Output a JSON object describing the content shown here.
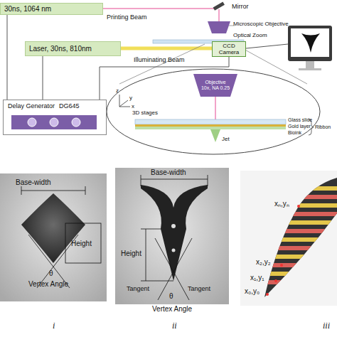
{
  "diagram": {
    "nodes": [
      {
        "text": [
          "30ns, 1064 nm"
        ]
      },
      {
        "text": [
          "Laser, 30ns, 810nm"
        ]
      },
      {
        "text": [
          "CCD Camera"
        ]
      },
      {
        "text": [
          "Objective 10x, NA 0.25"
        ]
      },
      {
        "text": [
          "Delay Generator",
          "DG645"
        ]
      }
    ],
    "edges": [
      {
        "from": 4,
        "to": 0,
        "arrow": "none"
      },
      {
        "from": 4,
        "to": 1,
        "arrow": "none"
      },
      {
        "from": 4,
        "to": 2,
        "arrow": "none"
      }
    ],
    "labels": [
      "Printing Beam",
      "Mirror",
      "Microscopic Objective",
      "Optical Zoom",
      "Illuminating Beam",
      "z",
      "y",
      "x",
      "3D stages",
      "Glass slide",
      "Gold layer",
      "Bioink",
      "Ribbon",
      "Jet",
      "Base-width",
      "Height",
      "θ",
      "Vertex Angle",
      "i",
      "Base-width",
      "Height",
      "Tangent",
      "Tangent",
      "θ",
      "Vertex Angle",
      "ii",
      "xₙ,yₙ",
      "x₂,y₂",
      "x₁,y₁",
      "x₀,y₀",
      "iii"
    ]
  }
}
